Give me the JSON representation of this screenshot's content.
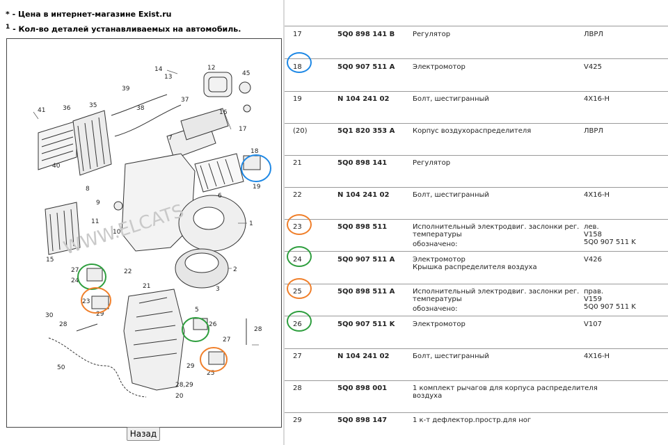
{
  "notes": {
    "note1": "* - Цена в интернет-магазине Exist.ru",
    "note2_sup": "1",
    "note2": " - Кол-во деталей устанавливаемых на автомобиль."
  },
  "back_button": "Назад",
  "watermark": "WWW.ELCATS",
  "diagram_labels": {
    "l1": "1",
    "l2": "2",
    "l3": "3",
    "l5": "5",
    "l6": "6",
    "l7": "7",
    "l8": "8",
    "l9": "9",
    "l10": "10",
    "l11": "11",
    "l12": "12",
    "l13": "13",
    "l14": "14",
    "l15": "15",
    "l16": "16",
    "l17": "17",
    "l18": "18",
    "l19": "19",
    "l20": "20",
    "l21": "21",
    "l22": "22",
    "l23": "23",
    "l24": "24",
    "l25": "25",
    "l26": "26",
    "l27": "27",
    "l28": "28",
    "l29": "29",
    "l30": "30",
    "l35": "35",
    "l36": "36",
    "l37": "37",
    "l38": "38",
    "l39": "39",
    "l40": "40",
    "l41": "41",
    "l45": "45",
    "l50": "50",
    "l2829": "28,29"
  },
  "rows": [
    {
      "pos": "17",
      "num": "5Q0 898 141 B",
      "name": "Регулятор",
      "name2": "",
      "name3": "",
      "note": "ЛВРЛ",
      "note2": "",
      "note3": ""
    },
    {
      "pos": "18",
      "num": "5Q0 907 511 A",
      "name": "Электромотор",
      "name2": "",
      "name3": "",
      "note": "V425",
      "note2": "",
      "note3": ""
    },
    {
      "pos": "19",
      "num": "N 104 241 02",
      "name": "Болт, шестигранный",
      "name2": "",
      "name3": "",
      "note": "4X16-H",
      "note2": "",
      "note3": ""
    },
    {
      "pos": "(20)",
      "num": "5Q1 820 353 A",
      "name": "Корпус воздухораспределителя",
      "name2": "",
      "name3": "",
      "note": "ЛВРЛ",
      "note2": "",
      "note3": ""
    },
    {
      "pos": "21",
      "num": "5Q0 898 141",
      "name": "Регулятор",
      "name2": "",
      "name3": "",
      "note": "",
      "note2": "",
      "note3": ""
    },
    {
      "pos": "22",
      "num": "N 104 241 02",
      "name": "Болт, шестигранный",
      "name2": "",
      "name3": "",
      "note": "4X16-H",
      "note2": "",
      "note3": ""
    },
    {
      "pos": "23",
      "num": "5Q0 898 511",
      "name": "Исполнительный электродвиг. заслонки рег.",
      "name2": "температуры",
      "name3": "обозначено:",
      "note": "лев.",
      "note2": "V158",
      "note3": "5Q0 907 511 K"
    },
    {
      "pos": "24",
      "num": "5Q0 907 511 A",
      "name": "Электромотор",
      "name2": "Крышка распределителя воздуха",
      "name3": "",
      "note": "V426",
      "note2": "",
      "note3": ""
    },
    {
      "pos": "25",
      "num": "5Q0 898 511 A",
      "name": "Исполнительный электродвиг. заслонки рег.",
      "name2": "температуры",
      "name3": "обозначено:",
      "note": "прав.",
      "note2": "V159",
      "note3": "5Q0 907 511 K"
    },
    {
      "pos": "26",
      "num": "5Q0 907 511 K",
      "name": "Электромотор",
      "name2": "",
      "name3": "",
      "note": "V107",
      "note2": "",
      "note3": ""
    },
    {
      "pos": "27",
      "num": "N 104 241 02",
      "name": "Болт, шестигранный",
      "name2": "",
      "name3": "",
      "note": "4X16-H",
      "note2": "",
      "note3": ""
    },
    {
      "pos": "28",
      "num": "5Q0 898 001",
      "name": "1 комплект рычагов для корпуса распределителя",
      "name2": "воздуха",
      "name3": "",
      "note": "",
      "note2": "",
      "note3": ""
    },
    {
      "pos": "29",
      "num": "5Q0 898 147",
      "name": "1 к-т дефлектор.простр.для ног",
      "name2": "",
      "name3": "",
      "note": "",
      "note2": "",
      "note3": ""
    }
  ],
  "marker_colors": {
    "blue": "#1e88e5",
    "orange": "#f07f2a",
    "green": "#2e9e3e"
  }
}
